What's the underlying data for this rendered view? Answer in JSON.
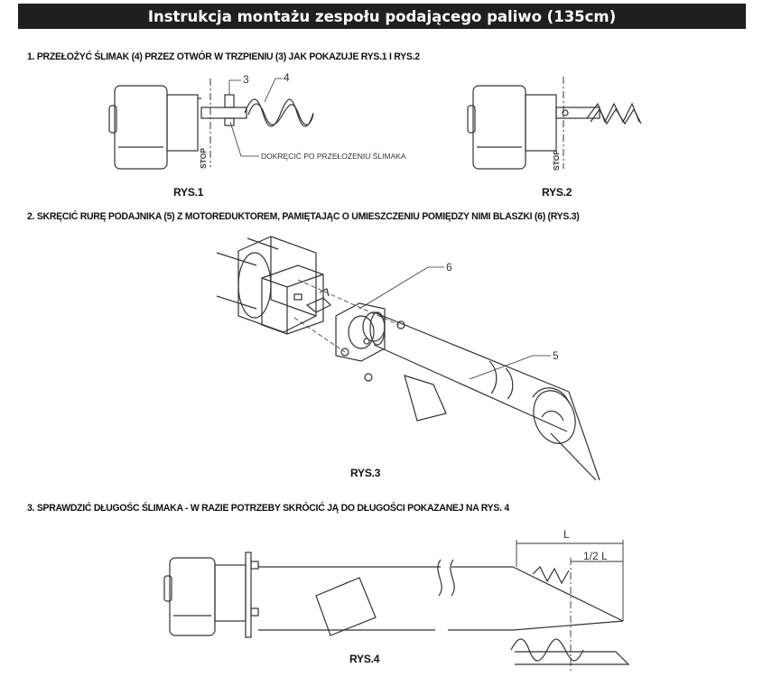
{
  "header": {
    "title": "Instrukcja montażu zespołu podającego paliwo (135cm)"
  },
  "steps": [
    {
      "text": "1. PRZEŁOŻYĆ ŚLIMAK (4) PRZEZ OTWÓR W TRZPIENIU (3) JAK POKAZUJE RYS.1 I RYS.2"
    },
    {
      "text": "2. SKRĘCIĆ RURĘ PODAJNIKA (5) Z MOTOREDUKTOREM, PAMIĘTAJĄC O UMIESZCZENIU POMIĘDZY NIMI BLASZKI (6) (RYS.3)"
    },
    {
      "text": "3. SPRAWDZIĆ DŁUGOŚC ŚLIMAKA - W RAZIE POTRZEBY SKRÓCIĆ JĄ DO DŁUGOŚCI POKAZANEJ NA RYS. 4"
    }
  ],
  "figures": {
    "rys1": {
      "caption": "RYS.1",
      "label_3": "3",
      "label_4": "4",
      "stop": "STOP",
      "note": "DOKRĘCIĆ PO PRZEŁOŻENIU ŚLIMAKA"
    },
    "rys2": {
      "caption": "RYS.2",
      "stop": "STOP"
    },
    "rys3": {
      "caption": "RYS.3",
      "label_5": "5",
      "label_6": "6"
    },
    "rys4": {
      "caption": "RYS.4",
      "dim_L": "L",
      "dim_half": "1/2 L"
    }
  }
}
